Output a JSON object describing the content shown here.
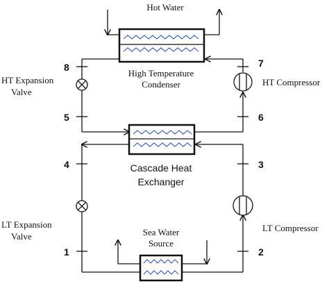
{
  "labels": {
    "hot_water": "Hot Water",
    "ht_condenser_line1": "High Temperature",
    "ht_condenser_line2": "Condenser",
    "ht_expansion_line1": "HT Expansion",
    "ht_expansion_line2": "Valve",
    "ht_compressor": "HT Compressor",
    "cascade_line1": "Cascade Heat",
    "cascade_line2": "Exchanger",
    "lt_expansion_line1": "LT Expansion",
    "lt_expansion_line2": "Valve",
    "lt_compressor": "LT Compressor",
    "sea_water_line1": "Sea Water",
    "sea_water_line2": "Source"
  },
  "state_points": [
    "1",
    "2",
    "3",
    "4",
    "5",
    "6",
    "7",
    "8"
  ],
  "colors": {
    "line": "#111111",
    "coil": "#2a55c8",
    "background": "#ffffff"
  }
}
